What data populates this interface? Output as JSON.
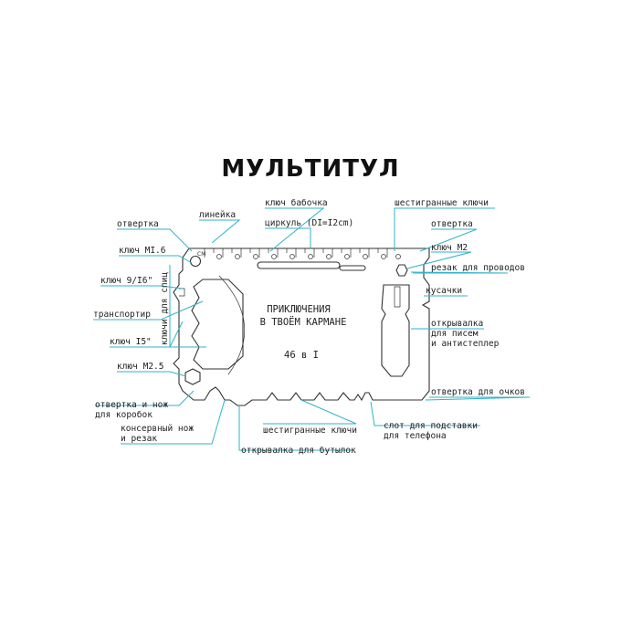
{
  "title": "МУЛЬТИТУЛ",
  "card": {
    "line1": "ПРИКЛЮЧЕНИЯ",
    "line2": "В ТВОЁМ КАРМАНЕ",
    "line3": "46 в I",
    "ruler_unit": "CM"
  },
  "labels": {
    "screwdriver_left": "отвертка",
    "ruler": "линейка",
    "butterfly_key": "ключ бабочка",
    "compass": "циркуль (DI=I2cm)",
    "hex_keys_top": "шестигранные ключи",
    "screwdriver_right": "отвертка",
    "key_m16": "ключ MI.6",
    "key_m2": "ключ M2",
    "key_9_16": "ключ 9/I6\"",
    "wire_cutter": "резак для проводов",
    "spoke_keys": "ключи для спиц",
    "pliers": "кусачки",
    "protractor": "транспортир",
    "letter_opener_1": "открывалка",
    "letter_opener_2": "для писем",
    "letter_opener_3": "и антистеплер",
    "key_15": "ключ I5\"",
    "key_m25": "ключ M2.5",
    "glasses_screwdriver": "отвертка для очков",
    "box_knife_1": "отвертка и нож",
    "box_knife_2": "для коробок",
    "can_opener_1": "консервный нож",
    "can_opener_2": "и резак",
    "hex_keys_bottom": "шестигранные ключи",
    "phone_stand_1": "слот для подставки",
    "phone_stand_2": "для телефона",
    "bottle_opener": "открывалка для бутылок"
  },
  "colors": {
    "leader_lines": "#2fb3c9",
    "outline": "#333333"
  }
}
